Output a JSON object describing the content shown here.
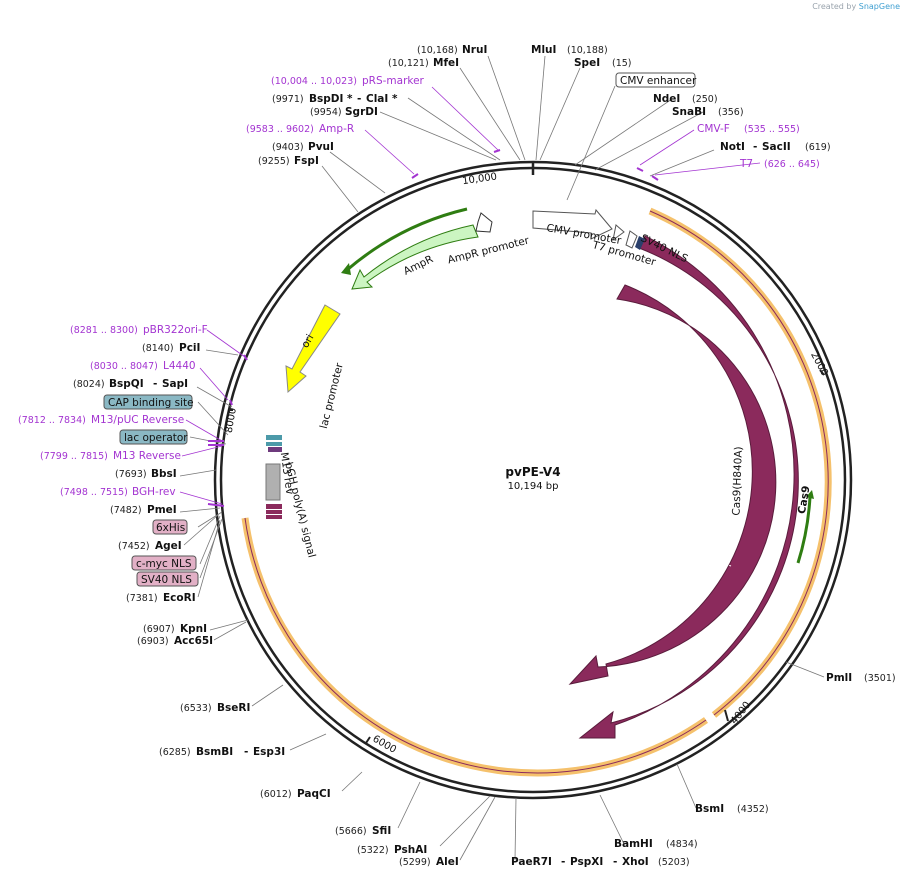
{
  "watermark": {
    "prefix": "Created by",
    "brand": "SnapGene"
  },
  "plasmid": {
    "name": "pvPE-V4",
    "length": "10,194 bp"
  },
  "ticks": [
    "10,000",
    "2000",
    "4000",
    "6000",
    "8000"
  ],
  "enzymes": [
    {
      "id": "nrui",
      "pos": "(10,168)",
      "name": "NruI"
    },
    {
      "id": "mfei",
      "pos": "(10,121)",
      "name": "MfeI"
    },
    {
      "id": "mlui",
      "pos": "",
      "name": "MluI"
    },
    {
      "id": "spei",
      "pos": "(15)",
      "name": "SpeI",
      "pos_before": "(10,188)"
    },
    {
      "id": "bspdi",
      "pos": "(9971)",
      "name": "BspDI *",
      "name2": "ClaI *"
    },
    {
      "id": "sgrdi",
      "pos": "(9954)",
      "name": "SgrDI"
    },
    {
      "id": "pvui",
      "pos": "(9403)",
      "name": "PvuI"
    },
    {
      "id": "fspi",
      "pos": "(9255)",
      "name": "FspI"
    },
    {
      "id": "ndei",
      "pos": "(250)",
      "name": "NdeI"
    },
    {
      "id": "snabi",
      "pos": "(356)",
      "name": "SnaBI"
    },
    {
      "id": "noti",
      "pos": "(619)",
      "name": "NotI",
      "name2": "SacII"
    },
    {
      "id": "pcii",
      "pos": "(8140)",
      "name": "PciI"
    },
    {
      "id": "bspqi",
      "pos": "(8024)",
      "name": "BspQI",
      "name2": "SapI"
    },
    {
      "id": "bbsi",
      "pos": "(7693)",
      "name": "BbsI"
    },
    {
      "id": "pmei",
      "pos": "(7482)",
      "name": "PmeI"
    },
    {
      "id": "agei",
      "pos": "(7452)",
      "name": "AgeI"
    },
    {
      "id": "ecori",
      "pos": "(7381)",
      "name": "EcoRI"
    },
    {
      "id": "kpni",
      "pos": "(6907)",
      "name": "KpnI"
    },
    {
      "id": "acc65i",
      "pos": "(6903)",
      "name": "Acc65I"
    },
    {
      "id": "pmli",
      "pos": "(3501)",
      "name": "PmlI"
    },
    {
      "id": "bseri",
      "pos": "(6533)",
      "name": "BseRI"
    },
    {
      "id": "bsmbi",
      "pos": "(6285)",
      "name": "BsmBI",
      "name2": "Esp3I"
    },
    {
      "id": "paqci",
      "pos": "(6012)",
      "name": "PaqCI"
    },
    {
      "id": "bsmi",
      "pos": "(4352)",
      "name": "BsmI"
    },
    {
      "id": "sfii",
      "pos": "(5666)",
      "name": "SfiI"
    },
    {
      "id": "pshai",
      "pos": "(5322)",
      "name": "PshAI"
    },
    {
      "id": "alei",
      "pos": "(5299)",
      "name": "AleI"
    },
    {
      "id": "bamhi",
      "pos": "(4834)",
      "name": "BamHI"
    },
    {
      "id": "paer7i",
      "pos": "(5203)",
      "name": "PaeR7I",
      "name2": "PspXI",
      "name3": "XhoI"
    }
  ],
  "primers": [
    {
      "id": "prs",
      "range": "(10,004 .. 10,023)",
      "name": "pRS-marker"
    },
    {
      "id": "ampr",
      "range": "(9583 .. 9602)",
      "name": "Amp-R"
    },
    {
      "id": "cmvf",
      "range": "(535 .. 555)",
      "name": "CMV-F"
    },
    {
      "id": "t7",
      "range": "(626 .. 645)",
      "name": "T7"
    },
    {
      "id": "pbr",
      "range": "(8281 .. 8300)",
      "name": "pBR322ori-F"
    },
    {
      "id": "l4440",
      "range": "(8030 .. 8047)",
      "name": "L4440"
    },
    {
      "id": "m13puc",
      "range": "(7812 .. 7834)",
      "name": "M13/pUC Reverse"
    },
    {
      "id": "m13rev",
      "range": "(7799 .. 7815)",
      "name": "M13 Reverse"
    },
    {
      "id": "bgh",
      "range": "(7498 .. 7515)",
      "name": "BGH-rev"
    }
  ],
  "boxed": {
    "cmv_enhancer": "CMV enhancer",
    "cap": "CAP binding site",
    "lacop": "lac operator",
    "his": "6xHis",
    "myc": "c-myc NLS",
    "sv40": "SV40 NLS"
  },
  "features": {
    "ampr": "AmpR",
    "ampr_promoter": "AmpR promoter",
    "ori": "ori",
    "cmv_promoter": "CMV promoter",
    "t7_promoter": "T7 promoter",
    "sv40_nls": "SV40 NLS",
    "cas9": "Cas9",
    "cas9h840a": "Cas9(H840A)",
    "lac_promoter": "lac promoter",
    "m13_rev": "M13 rev",
    "bgh": "bGH poly(A) signal"
  },
  "colors": {
    "backbone": "#222222",
    "cas9": "#8b2a5c",
    "cds_highlight": "#f5c16c",
    "ampr": "#ccf5c2",
    "ampr_dark": "#2f7d12",
    "ori": "#ffff00",
    "primer": "#a334d1",
    "box_blue": "#8ab8c4",
    "box_pink": "#e2b0c6",
    "bgh": "#b0b0b0"
  }
}
